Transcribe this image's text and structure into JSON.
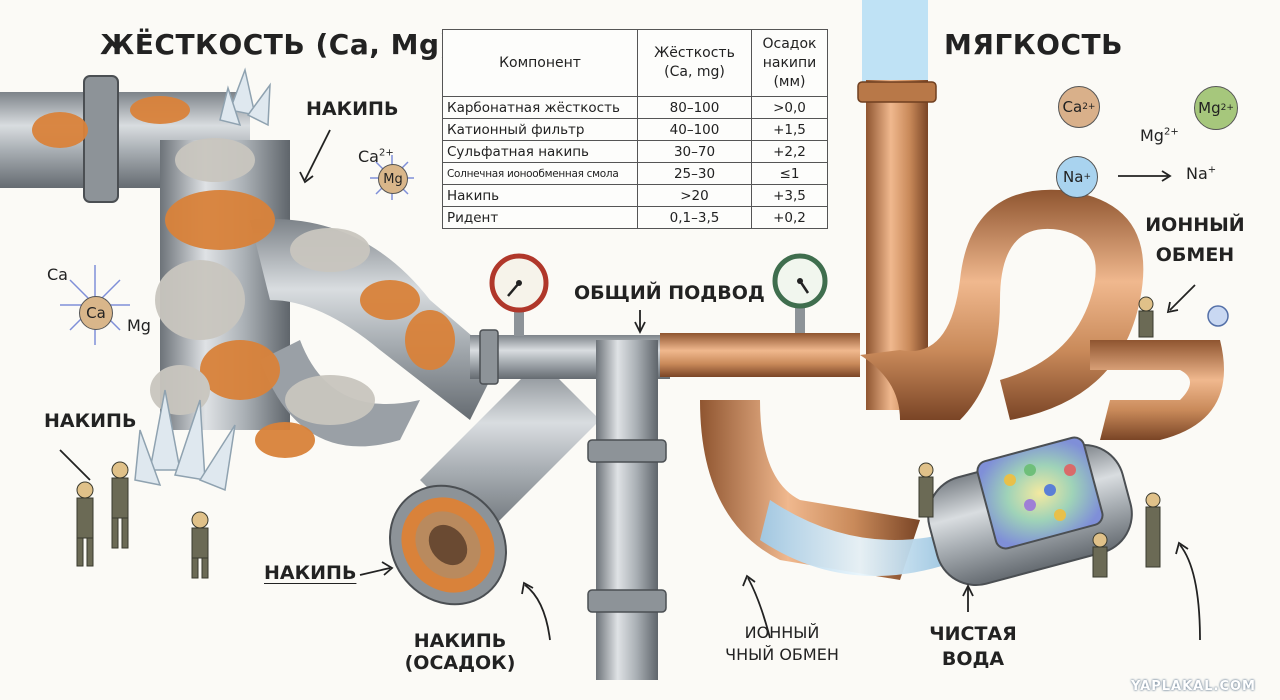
{
  "title_left": "ЖЁСТКОСТЬ (Ca, Mg)",
  "title_right": "МЯГКОСТЬ",
  "labels": {
    "scale_top": "НАКИПЬ",
    "scale_left": "НАКИПЬ",
    "scale_bottom": "НАКИПЬ",
    "sediment_line1": "НАКИПЬ",
    "sediment_line2": "(ОСАДОК)",
    "common_inlet": "ОБЩИЙ ПОДВОД",
    "ion_exchange_line1": "ИОННЫЙ",
    "ion_exchange_line2": "ОБМЕН",
    "ion_exchange_small_line1": "ИОННЫЙ",
    "ion_exchange_small_line2": "ЧНЫЙ ОБМЕН",
    "clean_water_line1": "ЧИСТАЯ",
    "clean_water_line2": "ВОДА"
  },
  "table": {
    "headers": [
      "Компонент",
      "Жёсткость (Ca, mg)",
      "Осадок накипи (мм)"
    ],
    "rows": [
      [
        "Карбонатная жёсткость",
        "80–100",
        ">0,0"
      ],
      [
        "Катионный фильтр",
        "40–100",
        "+1,5"
      ],
      [
        "Сульфатная накипь",
        "30–70",
        "+2,2"
      ],
      [
        "Солнечная ионообменная смола",
        "25–30",
        "≤1"
      ],
      [
        "Накипь",
        ">20",
        "+3,5"
      ],
      [
        "Ридент",
        "0,1–3,5",
        "+0,2"
      ]
    ]
  },
  "ions": {
    "ca_left": "Ca",
    "ca_left_ball": "Ca",
    "mg_left": "Mg",
    "ca_top": "Ca",
    "ca_top_sup": "2+",
    "mg_top_ball": "Mg",
    "ca_right": "Ca",
    "ca_right_sup": "2+",
    "mg_right": "Mg",
    "mg_right_sup": "2+",
    "mg_text": "Mg",
    "mg_text_sup": "2+",
    "na_ball": "Na",
    "na_ball_sup": "+",
    "na_text": "Na",
    "na_text_sup": "+"
  },
  "colors": {
    "rust": "#d9823a",
    "steel": "#a9aeb3",
    "scale": "#c9c6bf",
    "copper": "#c98a5a",
    "water": "#a8d4ef"
  },
  "watermark": "YAPLAKAL.COM"
}
